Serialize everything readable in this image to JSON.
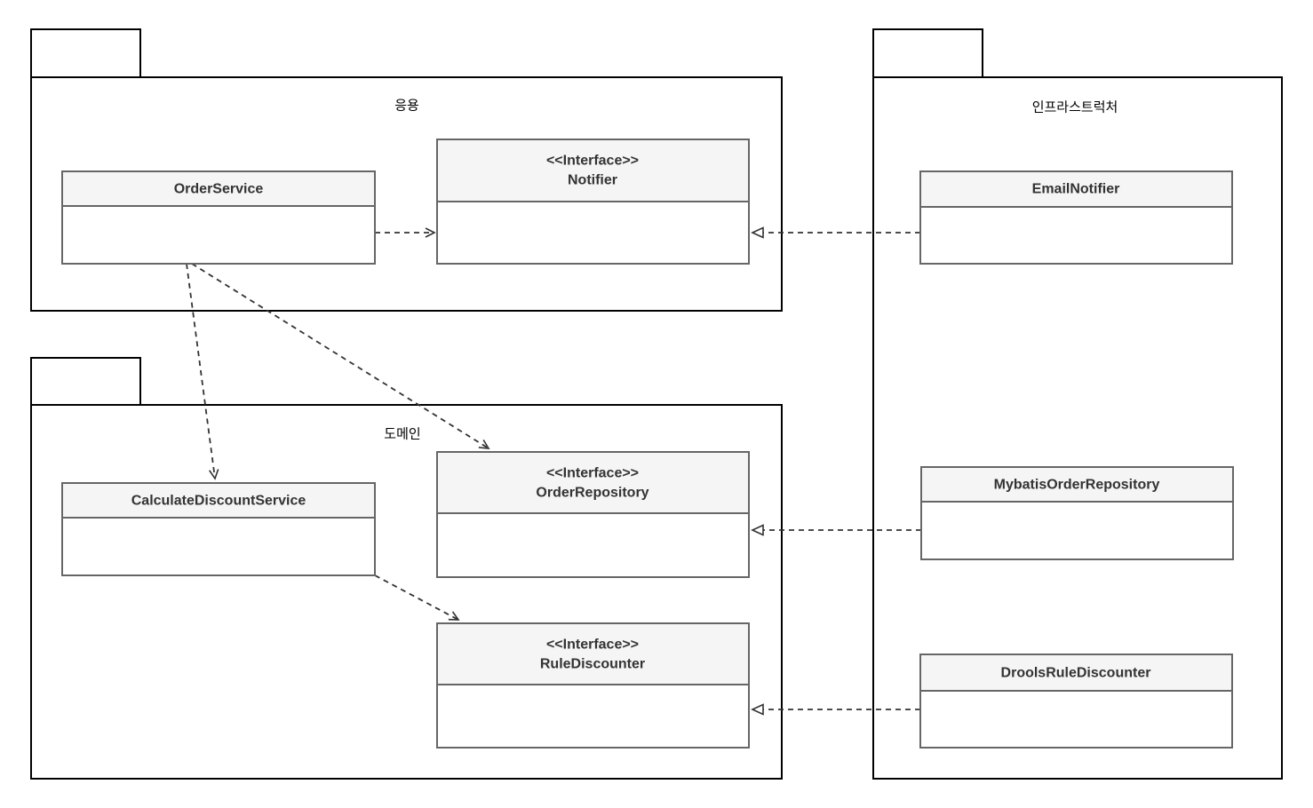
{
  "diagram_type": "uml-package-class-diagram",
  "packages": {
    "application": {
      "label": "응용"
    },
    "domain": {
      "label": "도메인"
    },
    "infrastructure": {
      "label": "인프라스트럭처"
    }
  },
  "classes": {
    "order_service": {
      "name": "OrderService"
    },
    "notifier": {
      "stereotype": "<<Interface>>",
      "name": "Notifier"
    },
    "calculate_discount_service": {
      "name": "CalculateDiscountService"
    },
    "order_repository": {
      "stereotype": "<<Interface>>",
      "name": "OrderRepository"
    },
    "rule_discounter": {
      "stereotype": "<<Interface>>",
      "name": "RuleDiscounter"
    },
    "email_notifier": {
      "name": "EmailNotifier"
    },
    "mybatis_order_repository": {
      "name": "MybatisOrderRepository"
    },
    "drools_rule_discounter": {
      "name": "DroolsRuleDiscounter"
    }
  },
  "relationships": [
    {
      "from": "OrderService",
      "to": "Notifier",
      "type": "dependency",
      "line": "dashed",
      "arrowhead": "open"
    },
    {
      "from": "OrderService",
      "to": "CalculateDiscountService",
      "type": "dependency",
      "line": "dashed",
      "arrowhead": "open"
    },
    {
      "from": "OrderService",
      "to": "OrderRepository",
      "type": "dependency",
      "line": "dashed",
      "arrowhead": "open"
    },
    {
      "from": "CalculateDiscountService",
      "to": "RuleDiscounter",
      "type": "dependency",
      "line": "dashed",
      "arrowhead": "open"
    },
    {
      "from": "EmailNotifier",
      "to": "Notifier",
      "type": "realization",
      "line": "dashed",
      "arrowhead": "hollow-triangle"
    },
    {
      "from": "MybatisOrderRepository",
      "to": "OrderRepository",
      "type": "realization",
      "line": "dashed",
      "arrowhead": "hollow-triangle"
    },
    {
      "from": "DroolsRuleDiscounter",
      "to": "RuleDiscounter",
      "type": "realization",
      "line": "dashed",
      "arrowhead": "hollow-triangle"
    }
  ],
  "colors": {
    "background": "#ffffff",
    "package_stroke": "#000000",
    "class_stroke": "#666666",
    "class_header_fill": "#f5f5f5",
    "edge": "#333333",
    "text": "#333333"
  }
}
